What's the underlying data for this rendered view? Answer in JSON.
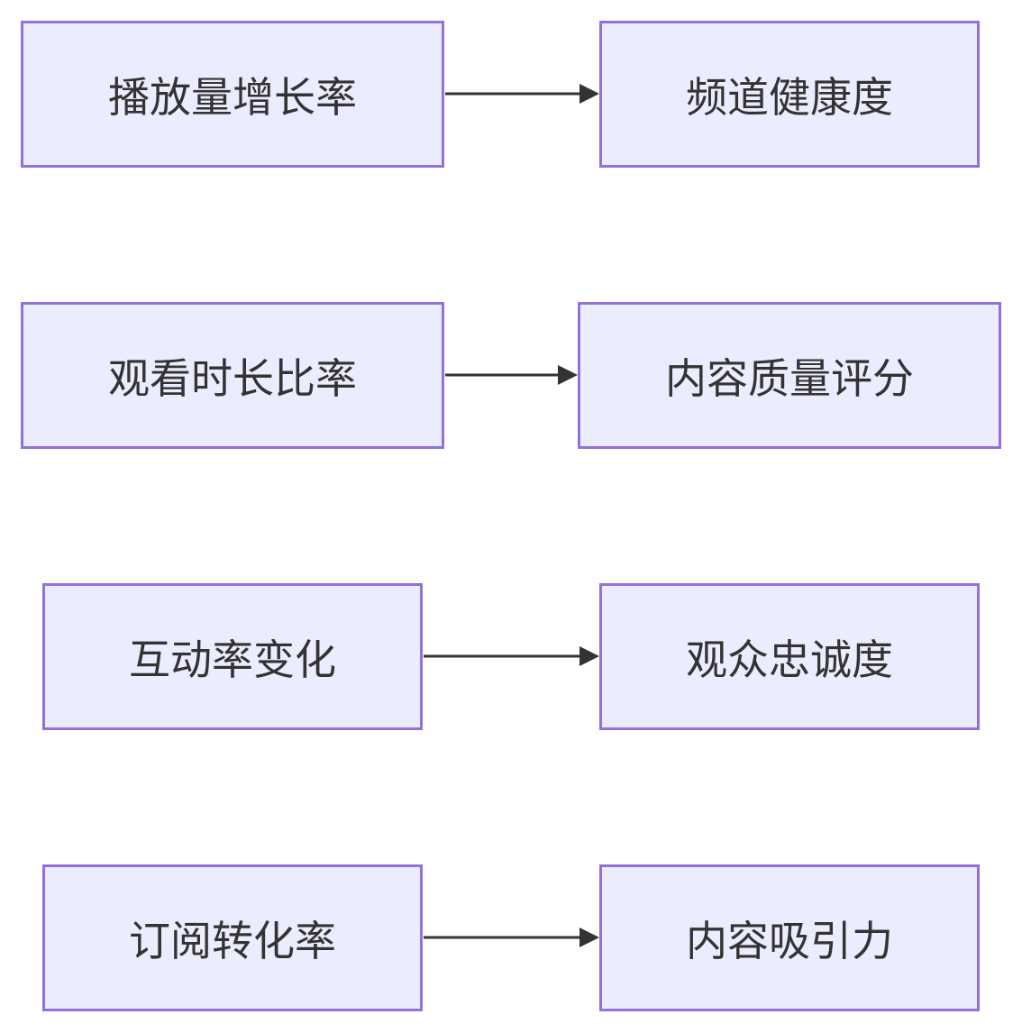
{
  "diagram": {
    "type": "flowchart",
    "direction": "LR",
    "edges": [
      {
        "from": "播放量增长率",
        "to": "频道健康度"
      },
      {
        "from": "观看时长比率",
        "to": "内容质量评分"
      },
      {
        "from": "互动率变化",
        "to": "观众忠诚度"
      },
      {
        "from": "订阅转化率",
        "to": "内容吸引力"
      }
    ]
  },
  "colors": {
    "node_fill": "#ececff",
    "node_border": "#9370db",
    "edge": "#333333",
    "text": "#333333"
  }
}
